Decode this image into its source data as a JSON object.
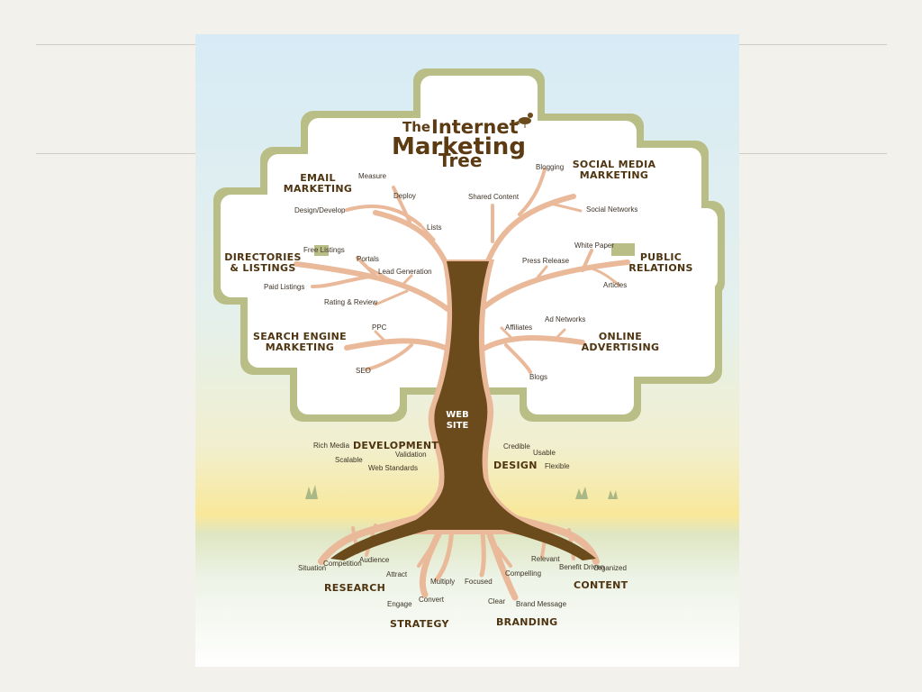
{
  "title": {
    "line1_small": "The",
    "line1_big": "Internet",
    "line2": "Marketing",
    "line3": "Tree"
  },
  "trunk_label": {
    "line1": "WEB",
    "line2": "SITE"
  },
  "branches": {
    "email": {
      "line1": "EMAIL",
      "line2": "MARKETING",
      "items": [
        "Measure",
        "Deploy",
        "Design/Develop",
        "Lists"
      ]
    },
    "social": {
      "line1": "SOCIAL MEDIA",
      "line2": "MARKETING",
      "items": [
        "Blogging",
        "Shared Content",
        "Social Networks"
      ]
    },
    "directories": {
      "line1": "DIRECTORIES",
      "line2": "& LISTINGS",
      "items": [
        "Free Listings",
        "Portals",
        "Lead Generation",
        "Paid Listings",
        "Rating & Review"
      ]
    },
    "pr": {
      "line1": "PUBLIC",
      "line2": "RELATIONS",
      "items": [
        "White Paper",
        "Press Release",
        "Articles"
      ]
    },
    "seo": {
      "line1": "SEARCH ENGINE",
      "line2": "MARKETING",
      "items": [
        "PPC",
        "SEO"
      ]
    },
    "advertising": {
      "line1": "ONLINE",
      "line2": "ADVERTISING",
      "items": [
        "Ad Networks",
        "Affiliates",
        "Blogs"
      ]
    }
  },
  "trunk": {
    "development": {
      "label": "DEVELOPMENT",
      "items": [
        "Rich Media",
        "Validation",
        "Scalable",
        "Web Standards"
      ]
    },
    "design": {
      "label": "DESIGN",
      "items": [
        "Credible",
        "Usable",
        "Flexible"
      ]
    }
  },
  "roots": {
    "research": {
      "label": "RESEARCH",
      "items": [
        "Situation",
        "Competition",
        "Audience"
      ]
    },
    "strategy": {
      "label": "STRATEGY",
      "items": [
        "Attract",
        "Multiply",
        "Engage",
        "Convert"
      ]
    },
    "branding": {
      "label": "BRANDING",
      "items": [
        "Focused",
        "Compelling",
        "Clear",
        "Brand Message"
      ]
    },
    "content": {
      "label": "CONTENT",
      "items": [
        "Relevant",
        "Benefit Driven",
        "Organized"
      ]
    }
  },
  "colors": {
    "trunk": "#6b4a1c",
    "branch": "#e9b99a",
    "canopy_outline": "#b9be86",
    "text": "#4e3410"
  }
}
